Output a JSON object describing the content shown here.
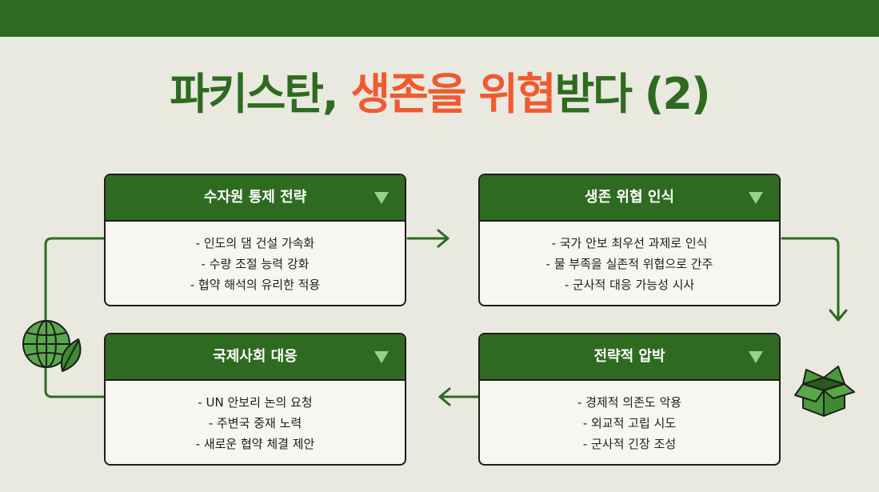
{
  "title": {
    "part1": "파키스탄, ",
    "part2": "생존을 위협",
    "part3": "받다 (2)"
  },
  "colors": {
    "green": "#2e6b21",
    "accent": "#f05a30",
    "light_green": "#9dcf86",
    "background": "#e9e9e0"
  },
  "cards": [
    {
      "title": "수자원 통제 전략",
      "icon": "triangle-down-icon",
      "items": [
        "- 인도의 댐 건설 가속화",
        "- 수량 조절 능력 강화",
        "- 협약 해석의 유리한 적용"
      ]
    },
    {
      "title": "생존 위협 인식",
      "icon": "triangle-down-icon",
      "items": [
        "- 국가 안보 최우선 과제로 인식",
        "- 물 부족을 실존적 위협으로 간주",
        "- 군사적 대응 가능성 시사"
      ]
    },
    {
      "title": "국제사회 대응",
      "icon": "triangle-down-icon",
      "items": [
        "- UN 안보리 논의 요청",
        "- 주변국 중재 노력",
        "- 새로운 협약 체결 제안"
      ]
    },
    {
      "title": "전략적 압박",
      "icon": "triangle-down-icon",
      "items": [
        "- 경제적 의존도 악용",
        "- 외교적 고립 시도",
        "- 군사적 긴장 조성"
      ]
    }
  ],
  "decorations": {
    "left": "globe-leaf-icon",
    "right": "open-box-icon"
  }
}
